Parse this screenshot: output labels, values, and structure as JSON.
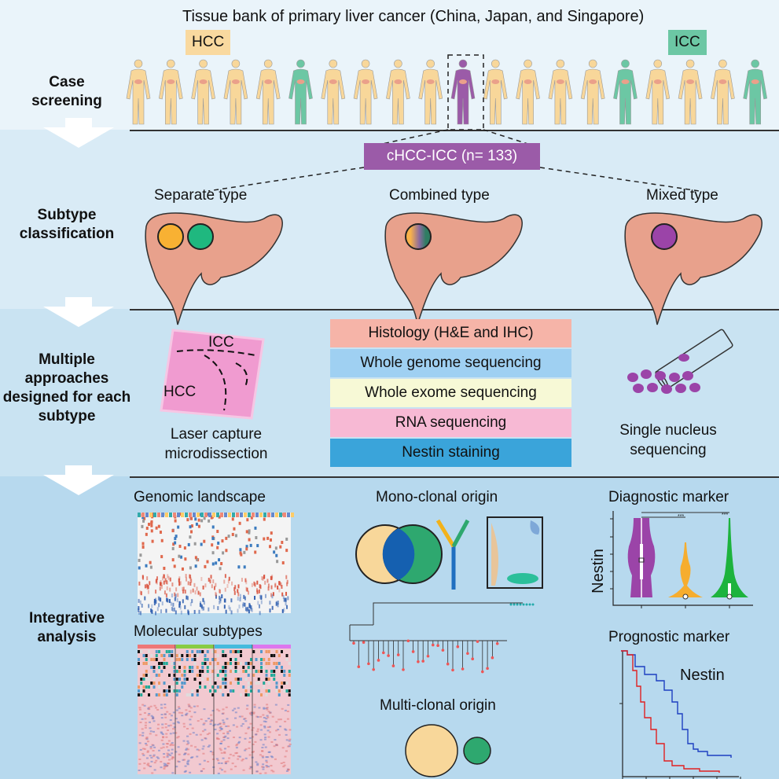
{
  "title": "Tissue bank of primary liver cancer (China, Japan, and Singapore)",
  "stages": [
    "Case screening",
    "Subtype classification",
    "Multiple approaches designed for each subtype",
    "Integrative analysis"
  ],
  "screening": {
    "hcc_tag": "HCC",
    "icc_tag": "ICC",
    "people": [
      "HCC",
      "HCC",
      "HCC",
      "HCC",
      "HCC",
      "ICC",
      "HCC",
      "HCC",
      "HCC",
      "HCC",
      "cHCC-ICC",
      "HCC",
      "HCC",
      "HCC",
      "HCC",
      "ICC",
      "HCC",
      "HCC",
      "HCC",
      "ICC"
    ],
    "colors": {
      "HCC": "#f8d79a",
      "ICC": "#6cc7a4",
      "cHCC-ICC": "#9b5ba8"
    }
  },
  "cohort_label": "cHCC-ICC (n= 133)",
  "subtypes": [
    {
      "label": "Separate type"
    },
    {
      "label": "Combined type"
    },
    {
      "label": "Mixed type"
    }
  ],
  "approaches": {
    "lcm_label": "Laser capture microdissection",
    "lcm_regions": [
      "ICC",
      "HCC"
    ],
    "methods": [
      {
        "label": "Histology (H&E and IHC)",
        "color": "#f6b4a8"
      },
      {
        "label": "Whole genome sequencing",
        "color": "#9fd0f2"
      },
      {
        "label": "Whole exome sequencing",
        "color": "#f7f9d6"
      },
      {
        "label": "RNA sequencing",
        "color": "#f7b9d4"
      },
      {
        "label": "Nestin staining",
        "color": "#3aa4da"
      }
    ],
    "snseq_label": "Single nucleus sequencing"
  },
  "integrative": {
    "genomic_landscape": "Genomic landscape",
    "molecular_subtypes": "Molecular subtypes",
    "mono_clonal": "Mono-clonal origin",
    "multi_clonal": "Multi-clonal origin",
    "diagnostic_marker": "Diagnostic marker",
    "diagnostic_ylabel": "Nestin",
    "significance": [
      "***",
      "***"
    ],
    "prognostic_marker": "Prognostic marker",
    "prognostic_label": "Nestin"
  }
}
